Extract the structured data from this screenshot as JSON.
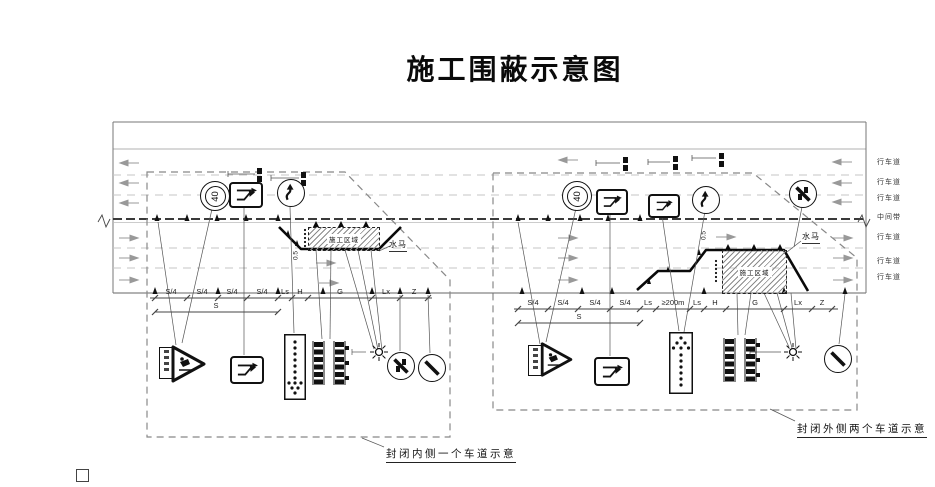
{
  "title": "施工围蔽示意图",
  "lane_labels": [
    "行车道",
    "行车道",
    "行车道",
    "中间带",
    "行车道",
    "行车道",
    "行车道"
  ],
  "left": {
    "caption": "封闭内侧一个车道示意",
    "speed_limit": "40",
    "work_zone_label": "施工区域",
    "water_barrier_label": "水马",
    "offset_label": "0.5",
    "dims": [
      "S/4",
      "S/4",
      "S/4",
      "S/4",
      "Ls",
      "H",
      "G",
      "Lx",
      "Z"
    ],
    "dim_total": "S"
  },
  "right": {
    "caption": "封闭外侧两个车道示意",
    "speed_limit": "40",
    "work_zone_label": "施工区域",
    "water_barrier_label": "水马",
    "offset_label": "0.5",
    "dims": [
      "S/4",
      "S/4",
      "S/4",
      "S/4",
      "Ls",
      "≥200m",
      "Ls",
      "H",
      "G",
      "Lx",
      "Z"
    ],
    "dim_total": "S"
  },
  "icons": {
    "speed_limit_sign": "double-circle-40",
    "lane_merge_sign": "merge-arrows-rect",
    "detour_sign": "curved-arrow-circle",
    "end_restriction_sign": "slash-circle",
    "construction_warning_sign": "triangle-worker-with-plate",
    "arrow_board": "dot-arrow-panel",
    "water_barrier_row": "striped-bar-stack",
    "warning_lamp": "sun-burst",
    "flash_lamp": "black-square-pair"
  },
  "colors": {
    "line": "#555",
    "hatch": "#8a8a8a",
    "background": "#ffffff"
  }
}
